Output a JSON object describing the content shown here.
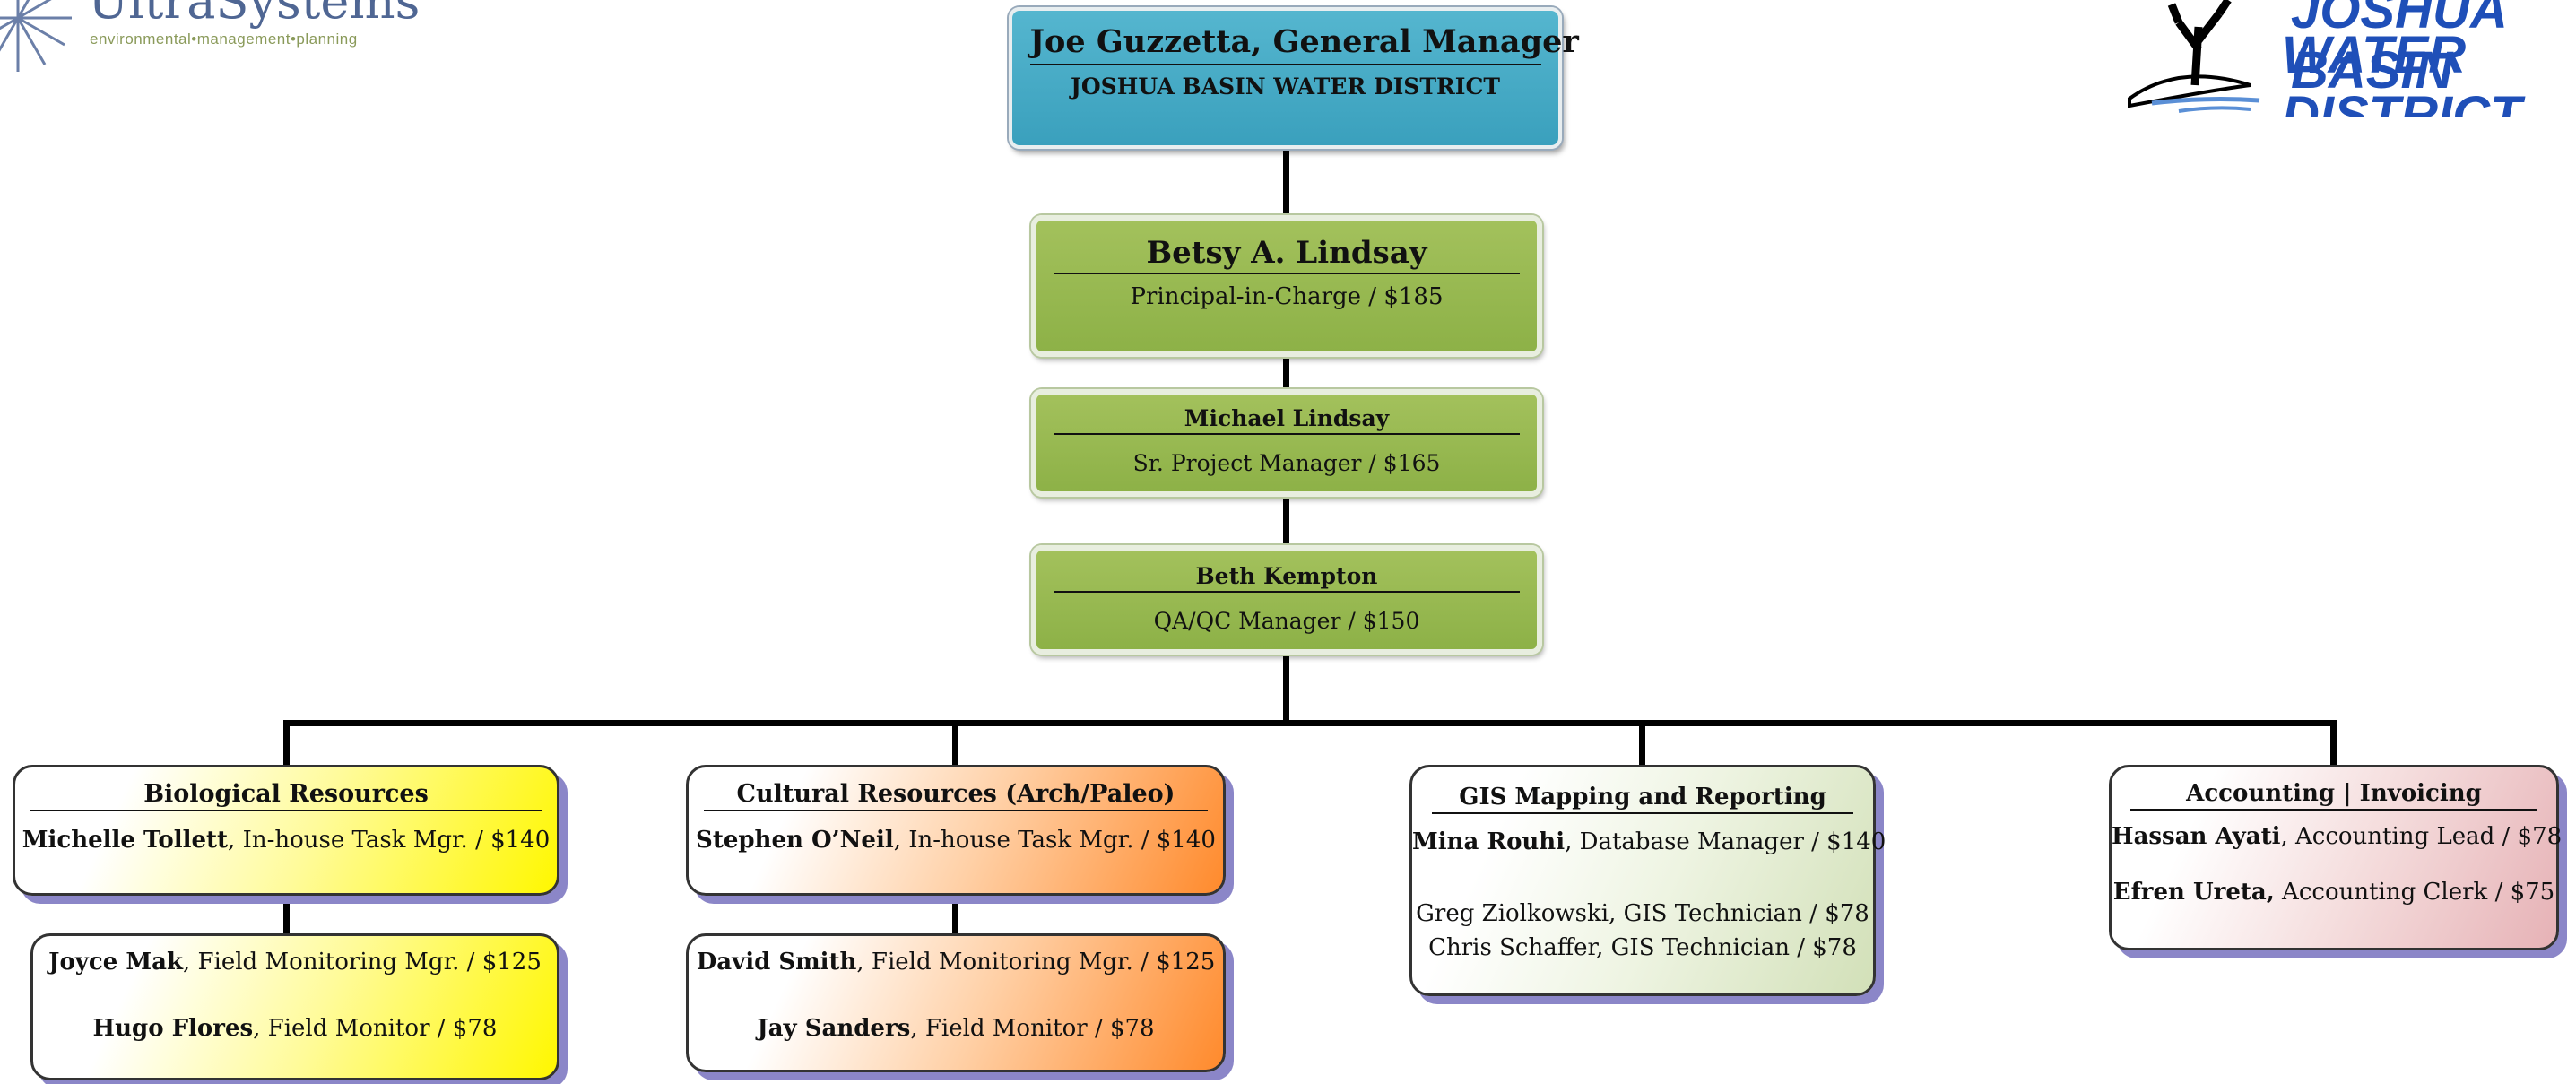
{
  "logos": {
    "left_name": "UltraSystems",
    "left_tagline": "environmental•management•planning",
    "right_line1": "JOSHUA BASIN",
    "right_line2": "WATER DISTRICT"
  },
  "gm": {
    "name": "Joe Guzzetta, General Manager",
    "org": "JOSHUA BASIN WATER DISTRICT"
  },
  "chain": [
    {
      "name": "Betsy A. Lindsay",
      "role": "Principal-in-Charge / $185"
    },
    {
      "name": "Michael Lindsay",
      "role": "Sr. Project Manager / $165"
    },
    {
      "name": "Beth Kempton",
      "role": "QA/QC Manager / $150"
    }
  ],
  "bio": {
    "title": "Biological Resources",
    "lead_name": "Michelle Tollett",
    "lead_role": ", In-house Task Mgr. / $140",
    "sub1_name": "Joyce Mak",
    "sub1_role": ", Field Monitoring Mgr. / $125",
    "sub2_name": "Hugo Flores",
    "sub2_role": ", Field Monitor / $78"
  },
  "cultural": {
    "title": "Cultural Resources (Arch/Paleo)",
    "lead_name": "Stephen O’Neil",
    "lead_role": ", In-house Task Mgr. / $140",
    "sub1_name": "David Smith",
    "sub1_role": ", Field Monitoring Mgr. / $125",
    "sub2_name": "Jay Sanders",
    "sub2_role": ", Field Monitor / $78"
  },
  "gis": {
    "title": "GIS Mapping and Reporting",
    "lead_name": "Mina Rouhi",
    "lead_role": ", Database Manager / $140",
    "line2": "Greg Ziolkowski, GIS Technician / $78",
    "line3": "Chris Schaffer, GIS Technician / $78"
  },
  "accounting": {
    "title": "Accounting | Invoicing",
    "lead_name": "Hassan Ayati",
    "lead_role": ", Accounting Lead / $78",
    "sub_name": "Efren Ureta,",
    "sub_role": " Accounting Clerk / $75"
  }
}
